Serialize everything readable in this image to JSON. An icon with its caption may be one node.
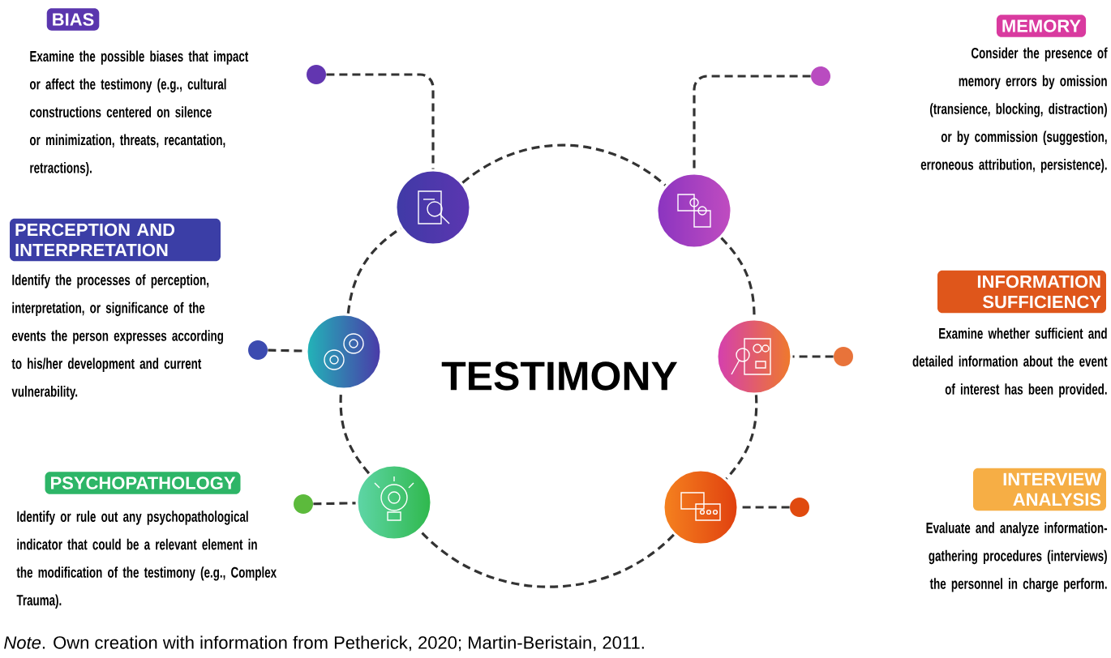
{
  "diagram": {
    "caption": "*Note*. Own creation with information from Petherick, 2020; Martin-Beristain, 2011.",
    "nodes": [
      {
        "text": [
          "BIAS"
        ],
        "beside": [
          "Examine the possible biases that impact or affect the testimony (e.g., cultural constructions centered on silence or minimization, threats, recantation, retractions)."
        ]
      },
      {
        "text": [
          "MEMORY"
        ],
        "beside": [
          "Consider the presence of memory errors by omission (transience, blocking, distraction) or by commission (suggestion, erroneous attribution, persistence)."
        ]
      },
      {
        "text": [],
        "shape": "circle"
      },
      {
        "text": [],
        "shape": "circle"
      },
      {
        "text": [],
        "shape": "picture"
      },
      {
        "text": [],
        "shape": "picture"
      },
      {
        "text": [
          "PERCEPTION AND INTERPRETATION"
        ],
        "beside": [
          "Identify the processes of perception, interpretation, or significance of the events the person expresses according to his/her development and current vulnerability."
        ]
      },
      {
        "text": [
          "INFORMATION SUFFICIENCY"
        ],
        "beside": [
          "Examine whether sufficient and detailed information about the event of interest has been provided."
        ]
      },
      {
        "text": [],
        "shape": "circle"
      },
      {
        "text": [],
        "shape": "picture"
      },
      {
        "text": [],
        "shape": "picture"
      },
      {
        "text": [],
        "shape": "circle"
      },
      {
        "text": [
          "PSYCHOPATHOLOGY"
        ],
        "beside": [
          "Identify or rule out any psychopathological indicator that could be a relevant element in the modification of the testimony (e.g., Complex Trauma)."
        ]
      },
      {
        "text": [
          "INTERVIEW ANALYSIS"
        ],
        "beside": [
          "Evaluate and analyze information-gathering procedures (interviews) the personnel in charge perform."
        ]
      },
      {
        "text": [],
        "shape": "circle"
      },
      {
        "text": [],
        "shape": "picture"
      },
      {
        "text": [],
        "shape": "picture"
      },
      {
        "text": [],
        "shape": "circle"
      }
    ],
    "edges": [
      {
        "from": 2,
        "to": 4,
        "arrow": "none",
        "style": "dashed"
      },
      {
        "from": 3,
        "to": 5,
        "arrow": "none",
        "style": "dashed"
      },
      {
        "from": 8,
        "to": 9,
        "arrow": "none",
        "style": "dashed"
      },
      {
        "from": 11,
        "to": 10,
        "arrow": "none",
        "style": "dashed"
      },
      {
        "from": 14,
        "to": 15,
        "arrow": "none",
        "style": "dashed"
      },
      {
        "from": 17,
        "to": 16,
        "arrow": "none",
        "style": "dashed"
      },
      {
        "from": 4,
        "to": 5,
        "arrow": "none",
        "style": "dashed"
      },
      {
        "from": 5,
        "to": 10,
        "arrow": "none",
        "style": "dashed"
      },
      {
        "from": 10,
        "to": 16,
        "arrow": "none",
        "style": "dashed"
      },
      {
        "from": 16,
        "to": 15,
        "arrow": "none",
        "style": "dashed"
      },
      {
        "from": 15,
        "to": 9,
        "arrow": "none",
        "style": "dashed"
      },
      {
        "from": 9,
        "to": 4,
        "arrow": "none",
        "style": "dashed"
      }
    ],
    "labels": [
      "TESTIMONY"
    ]
  }
}
